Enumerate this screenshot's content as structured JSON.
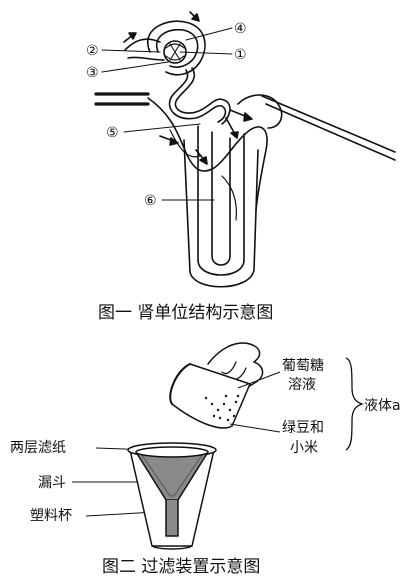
{
  "figure1": {
    "caption": "图一  肾单位结构示意图",
    "markers": [
      "④",
      "①",
      "②",
      "③",
      "⑤",
      "⑥"
    ]
  },
  "figure2": {
    "caption": "图二  过滤装置示意图",
    "labels": {
      "glucose_line1": "葡萄糖",
      "glucose_line2": "溶液",
      "liquid": "液体a",
      "bean_line1": "绿豆和",
      "bean_line2": "小米",
      "filter_paper": "两层滤纸",
      "funnel": "漏斗",
      "cup": "塑料杯"
    }
  }
}
